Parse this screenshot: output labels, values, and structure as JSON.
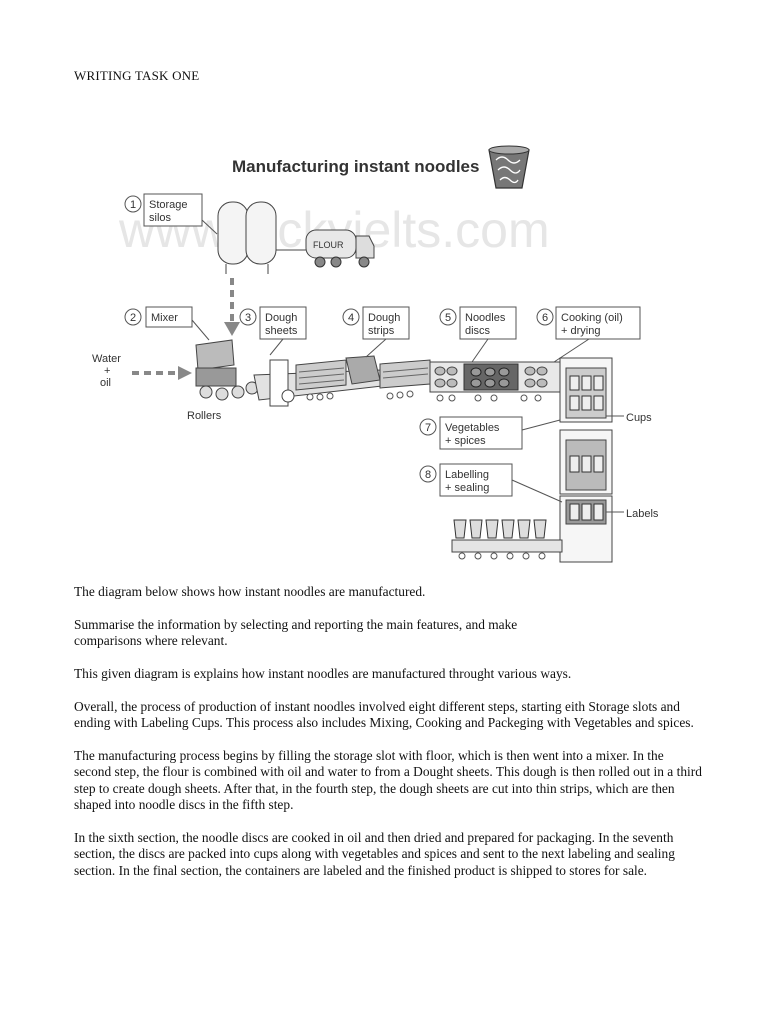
{
  "document": {
    "heading": "WRITING TASK ONE",
    "paragraphs": [
      "The diagram below shows how instant noodles are manufactured.",
      "Summarise the information by selecting and reporting the main features, and make comparisons where relevant.",
      "This given diagram is explains how instant noodles are manufactured throught various ways.",
      "Overall, the process of production of instant noodles involved eight different steps, starting eith Storage slots and ending with Labeling Cups. This process also includes Mixing, Cooking and Packeging with  Vegetables and spices.",
      "The manufacturing process begins by filling the storage slot with floor, which is then went into a mixer. In the second step, the flour is combined with oil and water to from a Dought sheets. This dough is then rolled out in a third step to create dough sheets. After that, in the fourth step, the dough sheets are cut into thin strips, which are then shaped into noodle discs in the fifth step.",
      "In the sixth section, the noodle discs are cooked in oil and then dried and prepared for packaging. In the seventh section, the discs are packed into cups along with vegetables and spices and sent to the next labeling and sealing section. In the final section, the containers are labeled and the finished product is shipped to stores for sale."
    ]
  },
  "diagram": {
    "title": "Manufacturing instant noodles",
    "watermark": "www.luckyielts.com",
    "truck_label": "FLOUR",
    "inputs": {
      "water_line1": "Water",
      "water_line2": "+",
      "water_line3": "oil",
      "rollers": "Rollers",
      "cups": "Cups",
      "labels": "Labels"
    },
    "steps": [
      {
        "num": "1",
        "line1": "Storage",
        "line2": "silos"
      },
      {
        "num": "2",
        "line1": "Mixer",
        "line2": ""
      },
      {
        "num": "3",
        "line1": "Dough",
        "line2": "sheets"
      },
      {
        "num": "4",
        "line1": "Dough",
        "line2": "strips"
      },
      {
        "num": "5",
        "line1": "Noodles",
        "line2": "discs"
      },
      {
        "num": "6",
        "line1": "Cooking (oil)",
        "line2": "+ drying"
      },
      {
        "num": "7",
        "line1": "Vegetables",
        "line2": "+ spices"
      },
      {
        "num": "8",
        "line1": "Labelling",
        "line2": "+ sealing"
      }
    ]
  }
}
